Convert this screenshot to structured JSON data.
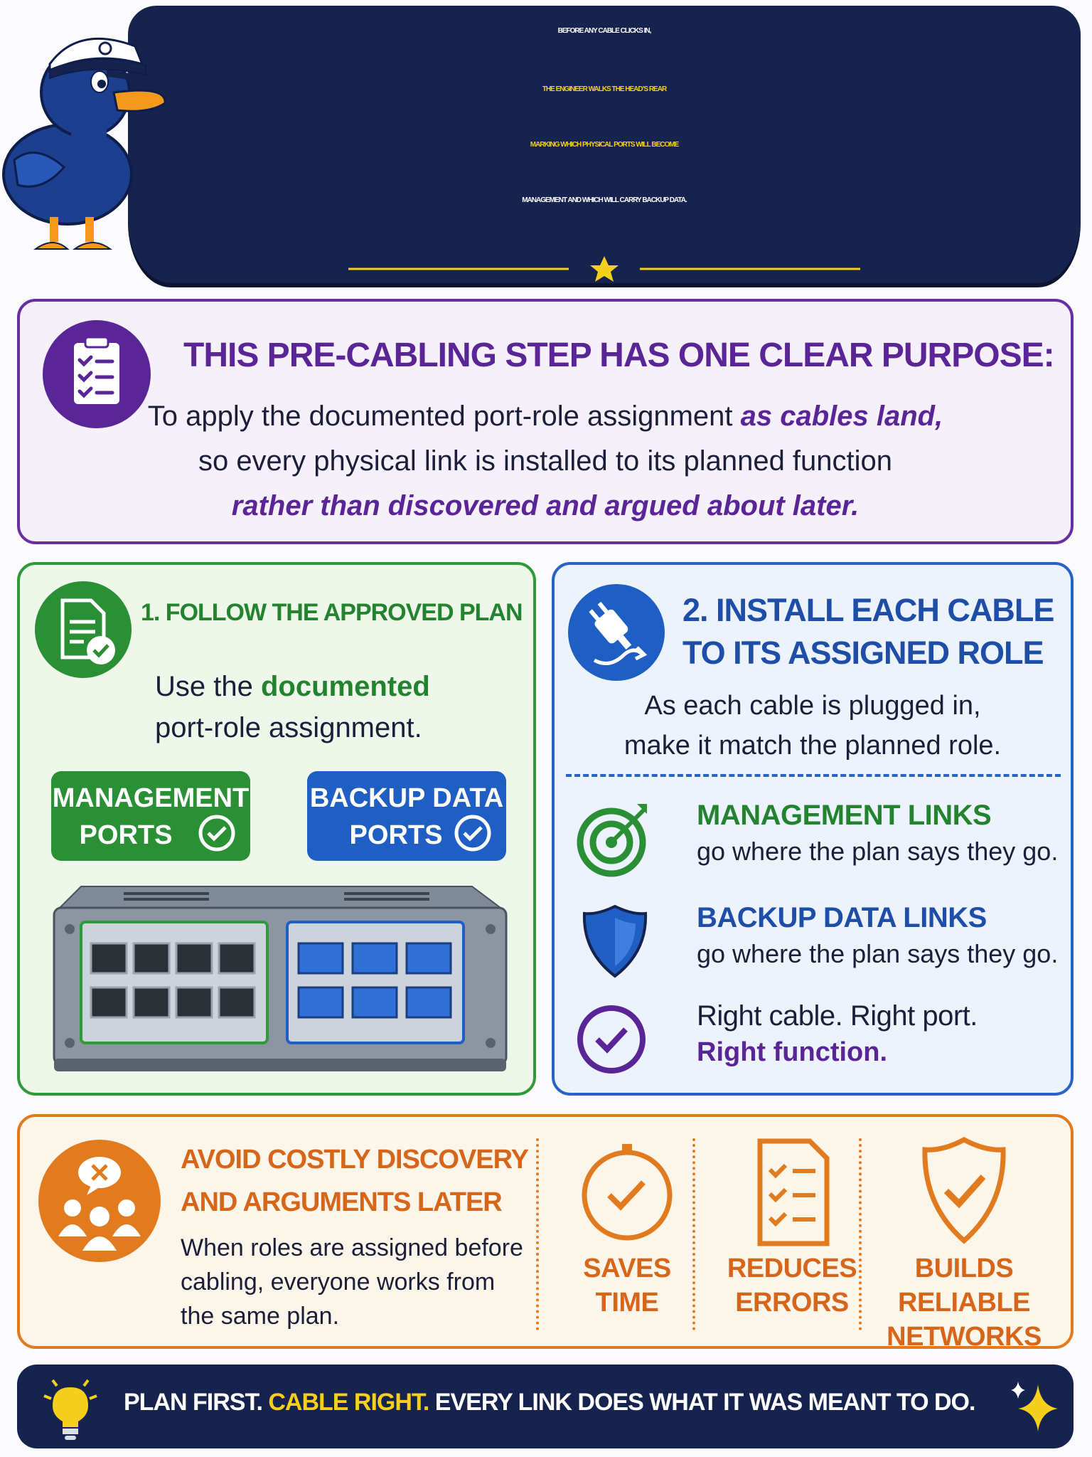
{
  "header": {
    "line1": "BEFORE ANY CABLE CLICKS IN,",
    "line2": "THE ENGINEER WALKS THE HEAD’S REAR",
    "line3": "MARKING WHICH PHYSICAL PORTS WILL BECOME",
    "line4": "MANAGEMENT AND WHICH WILL CARRY BACKUP DATA."
  },
  "purpose": {
    "title": "THIS PRE-CABLING STEP HAS ONE CLEAR PURPOSE:",
    "body_part1": "To apply the documented port-role assignment ",
    "body_italic1": "as cables land,",
    "body_line2": "so every physical link is installed to its planned function",
    "body_italic2": "rather than discovered and argued about later."
  },
  "step1": {
    "title": "1. FOLLOW THE APPROVED PLAN",
    "body_part1": "Use the ",
    "body_highlight": "documented",
    "body_line2": "port-role assignment.",
    "tag_management_line1": "MANAGEMENT",
    "tag_management_line2": "PORTS",
    "tag_backup_line1": "BACKUP DATA",
    "tag_backup_line2": "PORTS"
  },
  "step2": {
    "title_line1": "2. INSTALL EACH CABLE",
    "title_line2": "TO ITS ASSIGNED ROLE",
    "body_line1": "As each cable is plugged in,",
    "body_line2": "make it match the planned role.",
    "rows": [
      {
        "title": "MANAGEMENT LINKS",
        "text": "go where the plan says they go."
      },
      {
        "title": "BACKUP DATA LINKS",
        "text": "go where the plan says they go."
      },
      {
        "title": "Right cable. Right port.",
        "text": "Right function."
      }
    ]
  },
  "avoid": {
    "title_line1": "AVOID COSTLY DISCOVERY",
    "title_line2": "AND ARGUMENTS LATER",
    "body_line1": "When roles are assigned before",
    "body_line2": "cabling, everyone works from",
    "body_line3": "the same plan.",
    "benefits": [
      {
        "line1": "SAVES",
        "line2": "TIME"
      },
      {
        "line1": "REDUCES",
        "line2": "ERRORS"
      },
      {
        "line1": "BUILDS RELIABLE",
        "line2": "NETWORKS"
      }
    ]
  },
  "footer": {
    "part1": "PLAN FIRST. ",
    "part2": "CABLE RIGHT.",
    "part3": " EVERY LINK DOES WHAT IT WAS MEANT TO DO."
  },
  "colors": {
    "navy": "#16234f",
    "yellow": "#f5cf1c",
    "purple": "#5a2596",
    "green": "#2a8f35",
    "blue": "#1f5fc4",
    "orange": "#e27a1e"
  },
  "icons": [
    "duck-mascot-icon",
    "clipboard-checklist-icon",
    "document-check-icon",
    "plug-cable-icon",
    "target-icon",
    "shield-icon",
    "check-circle-icon",
    "team-chat-icon",
    "clock-check-icon",
    "checklist-document-icon",
    "shield-check-icon",
    "lightbulb-icon",
    "sparkle-icon"
  ]
}
